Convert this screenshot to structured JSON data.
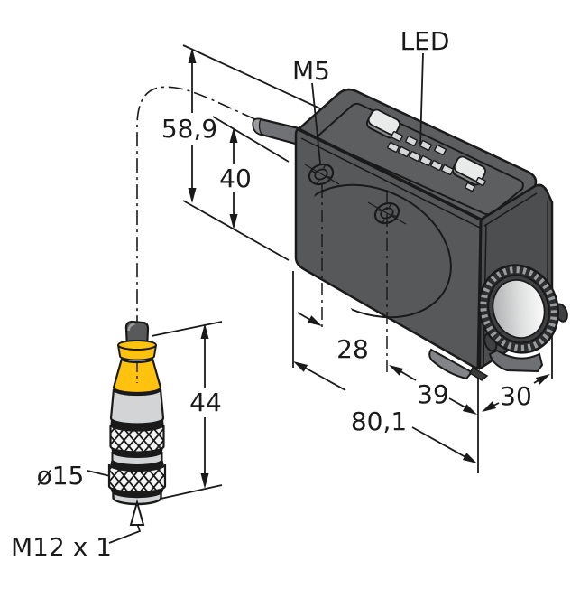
{
  "drawing": {
    "kind": "sensor-dimension-drawing",
    "labels": {
      "led": "LED",
      "mounting_thread": "M5",
      "connector_diameter": "ø15",
      "connector_thread": "M12 x 1"
    },
    "dimensions": {
      "overall_height": "58,9",
      "body_height": "40",
      "connector_length": "44",
      "hole_spacing": "28",
      "hole_to_lens": "39",
      "overall_length": "80,1",
      "body_width": "30"
    },
    "colors": {
      "body_gray": "#57585a",
      "top_face_gray": "#5d5e60",
      "front_face_gray": "#4d4e50",
      "accent_yellow": "#ffc20e",
      "connector_gray": "#d2d4d5",
      "line_black": "#1a1a1a"
    }
  }
}
